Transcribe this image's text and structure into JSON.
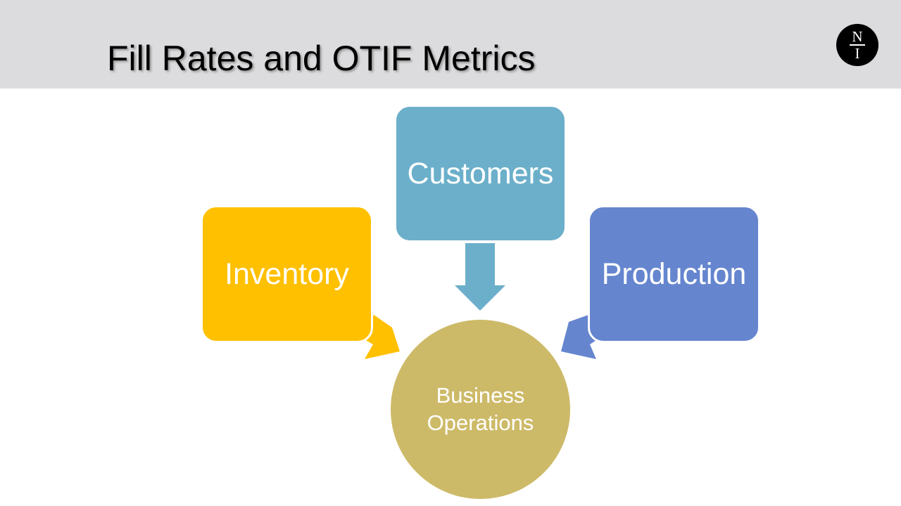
{
  "slide": {
    "title": "Fill Rates and OTIF Metrics",
    "logo": {
      "top": "N",
      "bottom": "I"
    }
  },
  "diagram": {
    "center": {
      "line1": "Business",
      "line2": "Operations",
      "color": "#cdba68"
    },
    "nodes": [
      {
        "id": "customers",
        "label": "Customers",
        "color": "#6bafca"
      },
      {
        "id": "inventory",
        "label": "Inventory",
        "color": "#ffc000"
      },
      {
        "id": "production",
        "label": "Production",
        "color": "#6585cf"
      }
    ],
    "header_color": "#dcdcde"
  }
}
